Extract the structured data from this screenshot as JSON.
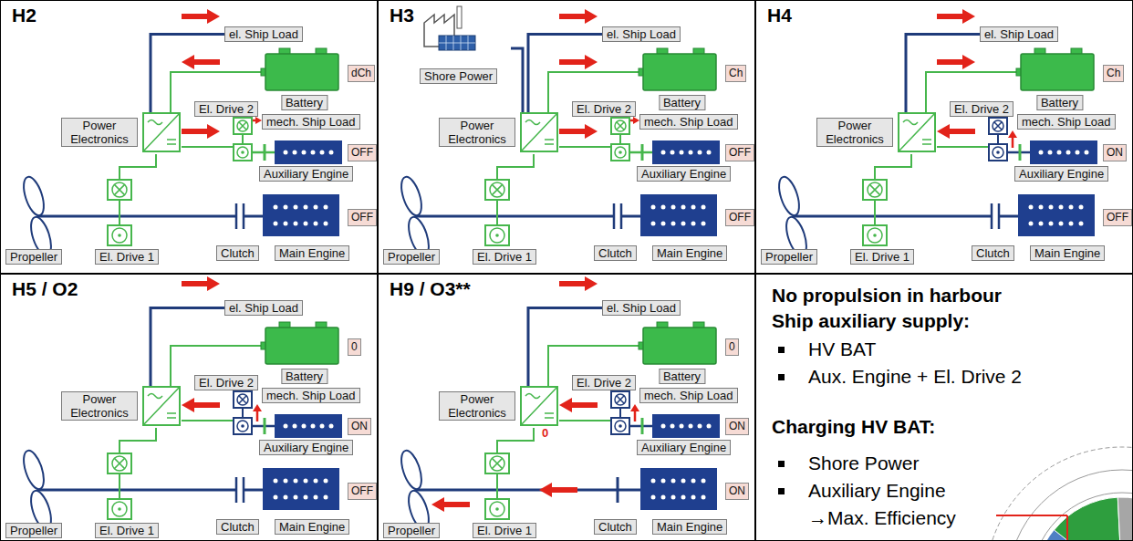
{
  "diagram": {
    "nodes": [
      {
        "text": [
          "H2"
        ]
      },
      {
        "text": [
          "el. Ship Load"
        ],
        "in": 0
      },
      {
        "text": [
          "Battery"
        ],
        "in": 0
      },
      {
        "text": [
          "dCh"
        ],
        "in": 0
      },
      {
        "text": [
          "Power Electronics"
        ],
        "in": 0
      },
      {
        "text": [
          "El. Drive 2"
        ],
        "in": 0
      },
      {
        "text": [
          "mech. Ship Load"
        ],
        "in": 0
      },
      {
        "text": [
          "Auxiliary Engine"
        ],
        "in": 0
      },
      {
        "text": [
          "OFF"
        ],
        "in": 0
      },
      {
        "text": [
          "Main Engine"
        ],
        "in": 0
      },
      {
        "text": [
          "OFF"
        ],
        "in": 0
      },
      {
        "text": [
          "Clutch"
        ],
        "in": 0
      },
      {
        "text": [
          "Propeller"
        ],
        "in": 0
      },
      {
        "text": [
          "El. Drive 1"
        ],
        "in": 0
      },
      {
        "text": [
          "H3"
        ]
      },
      {
        "text": [
          "Shore Power"
        ],
        "in": 14
      },
      {
        "text": [
          "el. Ship Load"
        ],
        "in": 14
      },
      {
        "text": [
          "Battery"
        ],
        "in": 14
      },
      {
        "text": [
          "Ch"
        ],
        "in": 14
      },
      {
        "text": [
          "Power Electronics"
        ],
        "in": 14
      },
      {
        "text": [
          "El. Drive 2"
        ],
        "in": 14
      },
      {
        "text": [
          "mech. Ship Load"
        ],
        "in": 14
      },
      {
        "text": [
          "Auxiliary Engine"
        ],
        "in": 14
      },
      {
        "text": [
          "OFF"
        ],
        "in": 14
      },
      {
        "text": [
          "Main Engine"
        ],
        "in": 14
      },
      {
        "text": [
          "OFF"
        ],
        "in": 14
      },
      {
        "text": [
          "Clutch"
        ],
        "in": 14
      },
      {
        "text": [
          "Propeller"
        ],
        "in": 14
      },
      {
        "text": [
          "El. Drive 1"
        ],
        "in": 14
      },
      {
        "text": [
          "H4"
        ]
      },
      {
        "text": [
          "el. Ship Load"
        ],
        "in": 29
      },
      {
        "text": [
          "Battery"
        ],
        "in": 29
      },
      {
        "text": [
          "Ch"
        ],
        "in": 29
      },
      {
        "text": [
          "Power Electronics"
        ],
        "in": 29
      },
      {
        "text": [
          "El. Drive 2"
        ],
        "in": 29
      },
      {
        "text": [
          "mech. Ship Load"
        ],
        "in": 29
      },
      {
        "text": [
          "Auxiliary Engine"
        ],
        "in": 29
      },
      {
        "text": [
          "ON"
        ],
        "in": 29
      },
      {
        "text": [
          "Main Engine"
        ],
        "in": 29
      },
      {
        "text": [
          "OFF"
        ],
        "in": 29
      },
      {
        "text": [
          "Clutch"
        ],
        "in": 29
      },
      {
        "text": [
          "Propeller"
        ],
        "in": 29
      },
      {
        "text": [
          "El. Drive 1"
        ],
        "in": 29
      },
      {
        "text": [
          "H5 / O2"
        ]
      },
      {
        "text": [
          "el. Ship Load"
        ],
        "in": 43
      },
      {
        "text": [
          "Battery"
        ],
        "in": 43
      },
      {
        "text": [
          "0"
        ],
        "in": 43
      },
      {
        "text": [
          "Power Electronics"
        ],
        "in": 43
      },
      {
        "text": [
          "El. Drive 2"
        ],
        "in": 43
      },
      {
        "text": [
          "mech. Ship Load"
        ],
        "in": 43
      },
      {
        "text": [
          "Auxiliary Engine"
        ],
        "in": 43
      },
      {
        "text": [
          "ON"
        ],
        "in": 43
      },
      {
        "text": [
          "Main Engine"
        ],
        "in": 43
      },
      {
        "text": [
          "OFF"
        ],
        "in": 43
      },
      {
        "text": [
          "Clutch"
        ],
        "in": 43
      },
      {
        "text": [
          "Propeller"
        ],
        "in": 43
      },
      {
        "text": [
          "El. Drive 1"
        ],
        "in": 43
      },
      {
        "text": [
          "H9 / O3**"
        ]
      },
      {
        "text": [
          "el. Ship Load"
        ],
        "in": 57
      },
      {
        "text": [
          "Battery"
        ],
        "in": 57
      },
      {
        "text": [
          "0"
        ],
        "in": 57
      },
      {
        "text": [
          "Power Electronics"
        ],
        "in": 57
      },
      {
        "text": [
          "El. Drive 2"
        ],
        "in": 57
      },
      {
        "text": [
          "mech. Ship Load"
        ],
        "in": 57
      },
      {
        "text": [
          "Auxiliary Engine"
        ],
        "in": 57
      },
      {
        "text": [
          "ON"
        ],
        "in": 57
      },
      {
        "text": [
          "Main Engine"
        ],
        "in": 57
      },
      {
        "text": [
          "ON"
        ],
        "in": 57
      },
      {
        "text": [
          "Clutch"
        ],
        "in": 57
      },
      {
        "text": [
          "Propeller"
        ],
        "in": 57
      },
      {
        "text": [
          "El. Drive 1"
        ],
        "in": 57
      }
    ],
    "edges": [
      {
        "from": 4,
        "to": 1,
        "arrow": "none"
      },
      {
        "from": 2,
        "to": 4,
        "arrow": "none"
      },
      {
        "from": 4,
        "to": 5,
        "arrow": "none"
      },
      {
        "from": 4,
        "to": 13,
        "arrow": "none"
      },
      {
        "from": 15,
        "to": 19,
        "arrow": "none"
      },
      {
        "from": 19,
        "to": 16,
        "arrow": "none"
      },
      {
        "from": 17,
        "to": 19,
        "arrow": "none"
      },
      {
        "from": 19,
        "to": 20,
        "arrow": "none"
      },
      {
        "from": 19,
        "to": 28,
        "arrow": "none"
      },
      {
        "from": 33,
        "to": 30,
        "arrow": "none"
      },
      {
        "from": 31,
        "to": 33,
        "arrow": "none"
      },
      {
        "from": 33,
        "to": 34,
        "arrow": "none"
      },
      {
        "from": 33,
        "to": 42,
        "arrow": "none"
      },
      {
        "from": 47,
        "to": 44,
        "arrow": "none"
      },
      {
        "from": 45,
        "to": 47,
        "arrow": "none"
      },
      {
        "from": 47,
        "to": 48,
        "arrow": "none"
      },
      {
        "from": 47,
        "to": 56,
        "arrow": "none"
      },
      {
        "from": 61,
        "to": 58,
        "arrow": "none"
      },
      {
        "from": 59,
        "to": 61,
        "arrow": "none"
      },
      {
        "from": 61,
        "to": 62,
        "arrow": "none"
      },
      {
        "from": 61,
        "to": 70,
        "arrow": "none"
      }
    ],
    "labels": [
      "0",
      "No propulsion in harbour",
      "Ship auxiliary supply:",
      "HV BAT",
      "Aux. Engine + El. Drive 2",
      "Charging HV BAT:",
      "Shore Power",
      "Auxiliary Engine",
      "→Max. Efficiency"
    ]
  }
}
